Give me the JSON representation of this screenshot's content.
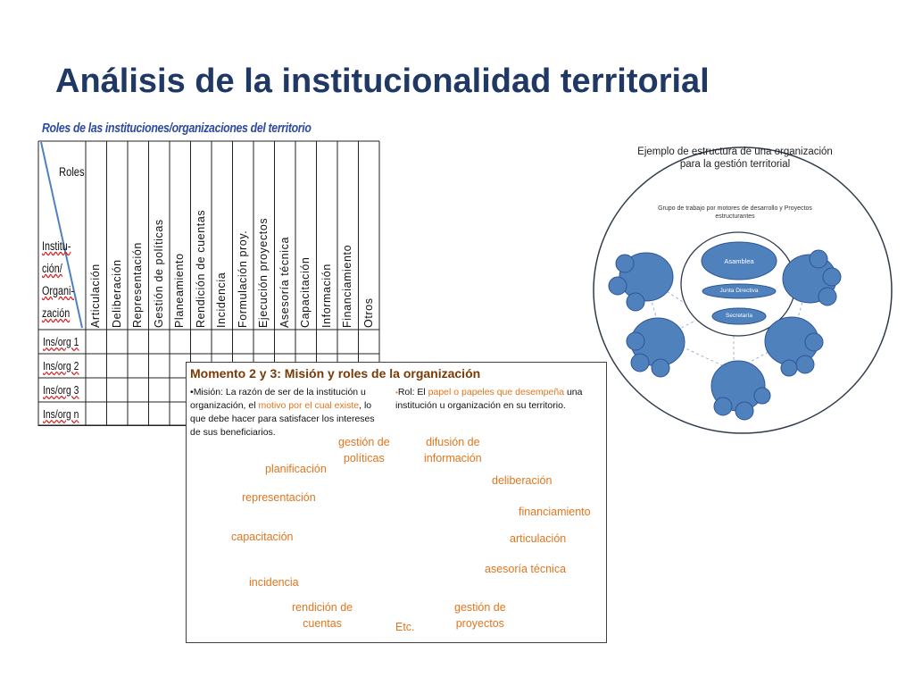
{
  "slide": {
    "title": "Análisis de la institucionalidad territorial"
  },
  "table": {
    "title": "Roles de las instituciones/organizaciones del territorio",
    "header_roles": "Roles",
    "header_inst": [
      "Institu-",
      "ción/",
      "Organi-",
      "zación"
    ],
    "columns": [
      "Articulación",
      "Deliberación",
      "Representación",
      "Gestión de políticas",
      "Planeamiento",
      "Rendición de cuentas",
      "Incidencia",
      "Formulación proy.",
      "Ejecución proyectos",
      "Asesoría técnica",
      "Capacitación",
      "Información",
      "Financiamiento",
      "Otros"
    ],
    "rows": [
      "Ins/org 1",
      "Ins/org 2",
      "Ins/org 3",
      "Ins/org n"
    ]
  },
  "box": {
    "title": "Momento 2 y 3: Misión y roles de la organización",
    "mision_bullet": "•",
    "mision_a": "Misión: La razón de ser de la institución u organización, el ",
    "mision_hl": "motivo por el cual existe",
    "mision_b": ", lo que debe hacer para satisfacer los intereses de sus beneficiarios.",
    "rol_bullet": "•",
    "rol_a": "Rol: El ",
    "rol_hl": "papel o papeles que desempeña",
    "rol_b": " una institución u organización en su territorio.",
    "words": {
      "gestion_politicas": "gestión de\npolíticas",
      "difusion": "difusión de\ninformación",
      "planificacion": "planificación",
      "deliberacion": "deliberación",
      "representacion": "representación",
      "financiamiento": "financiamiento",
      "capacitacion": "capacitación",
      "articulacion": "articulación",
      "asesoria": "asesoría técnica",
      "incidencia": "incidencia",
      "rendicion": "rendición de\ncuentas",
      "gestion_proyectos": "gestión de\nproyectos",
      "etc": "Etc."
    }
  },
  "diagram": {
    "title": "Ejemplo de estructura de una organización para la gestión territorial",
    "subtitle": "Grupo de trabajo por motores de desarrollo y Proyectos estructurantes",
    "asamblea": "Asamblea",
    "junta": "Junta Directiva",
    "secretaria": "Secretaría"
  },
  "colors": {
    "title": "#1f3864",
    "accent_orange": "#e0761f",
    "box_title": "#7a3a06",
    "node_fill": "#4f81bd",
    "node_stroke": "#2f5597"
  }
}
